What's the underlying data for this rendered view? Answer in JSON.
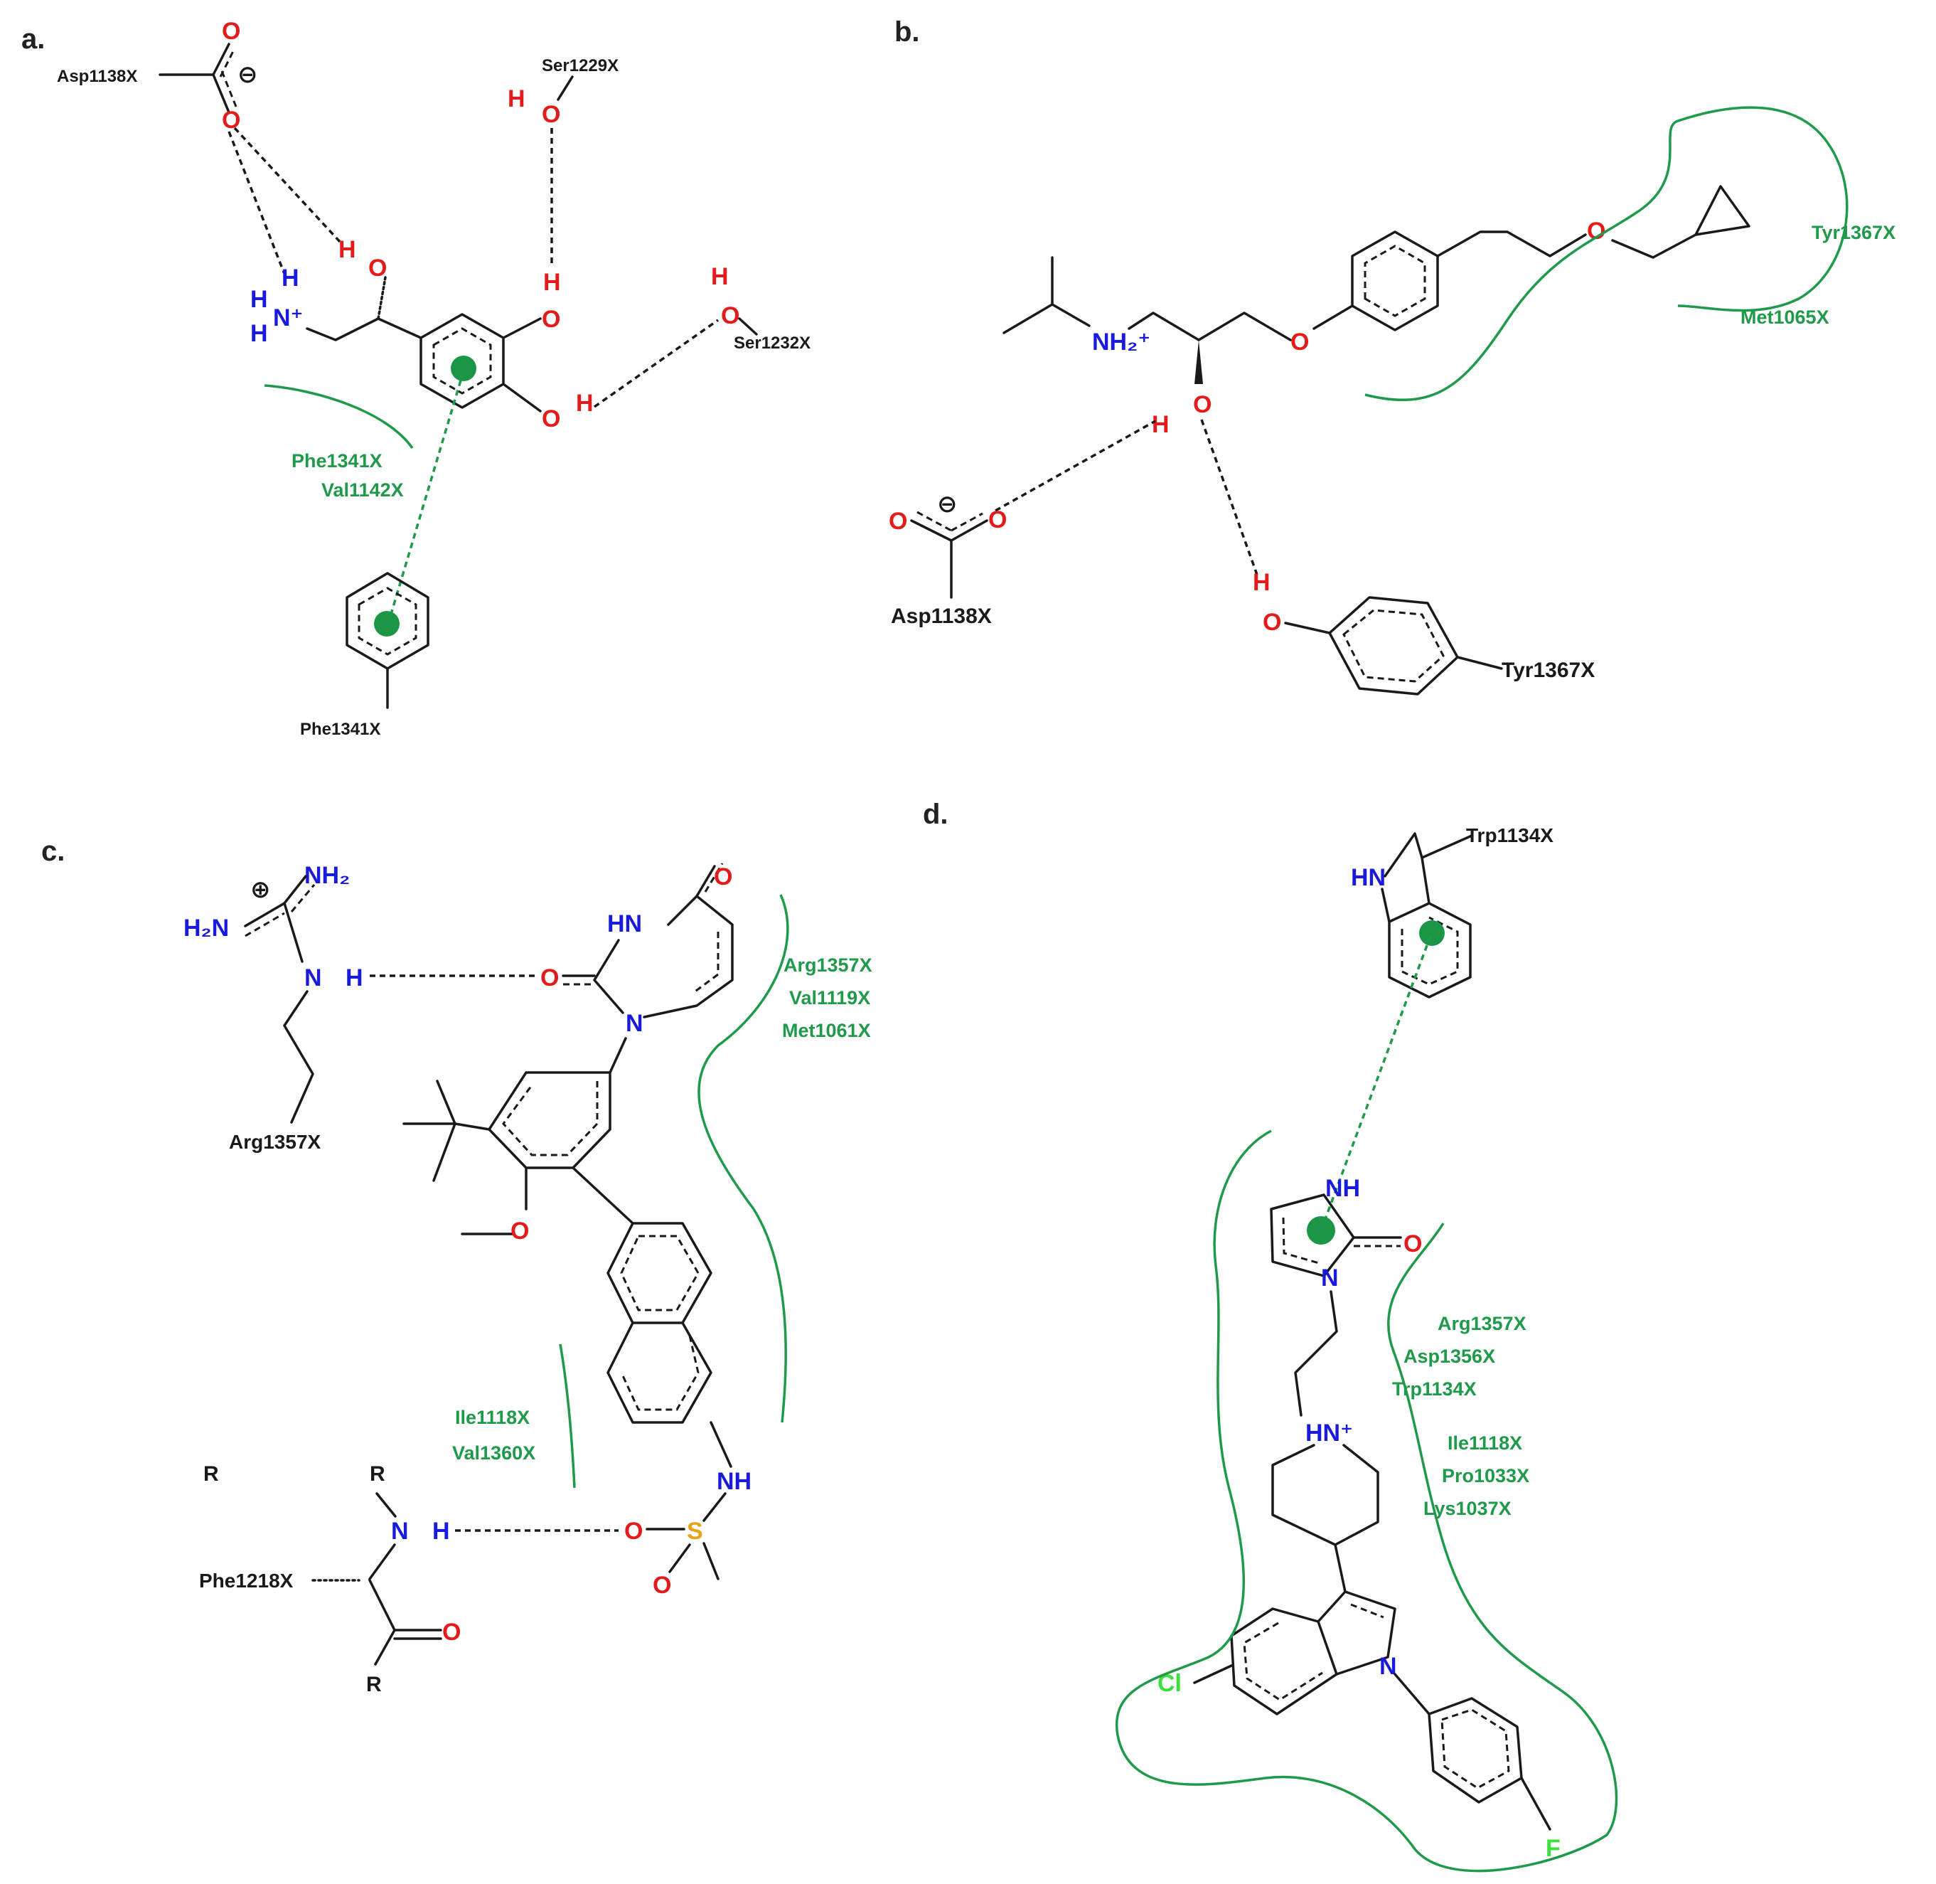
{
  "colors": {
    "oxygen": "#e21b1b",
    "nitrogen": "#1a1adb",
    "sulfur": "#e8a317",
    "halogen": "#3ce03c",
    "hydrophobic": "#1f9a4a",
    "bond": "#1a1a1a"
  },
  "panels": {
    "a": {
      "letter": "a.",
      "residues": {
        "asp": "Asp1138X",
        "ser1229": "Ser1229X",
        "ser1232": "Ser1232X",
        "phe": "Phe1341X"
      },
      "pocket_labels": [
        "Phe1341X",
        "Val1142X"
      ],
      "charge": "⊖",
      "atoms": {
        "o": "O",
        "h": "H",
        "n": "N",
        "nplus": "N⁺"
      }
    },
    "b": {
      "letter": "b.",
      "residues": {
        "asp": "Asp1138X",
        "tyr": "Tyr1367X"
      },
      "pocket_labels": [
        "Tyr1367X",
        "Met1065X"
      ],
      "charge": "⊖",
      "atoms": {
        "o": "O",
        "h": "H",
        "nh2": "NH₂⁺"
      }
    },
    "c": {
      "letter": "c.",
      "residues": {
        "arg": "Arg1357X",
        "phe": "Phe1218X",
        "r": "R"
      },
      "pocket_labels_right": [
        "Arg1357X",
        "Val1119X",
        "Met1061X"
      ],
      "pocket_labels_left": [
        "Ile1118X",
        "Val1360X"
      ],
      "charge": "⊕",
      "atoms": {
        "o": "O",
        "h": "H",
        "n": "N",
        "hn": "HN",
        "nh": "NH",
        "nh2": "NH₂",
        "h2n": "H₂N",
        "s": "S"
      }
    },
    "d": {
      "letter": "d.",
      "residues": {
        "trp": "Trp1134X"
      },
      "pocket_labels": [
        "Arg1357X",
        "Asp1356X",
        "Trp1134X",
        "Ile1118X",
        "Pro1033X",
        "Lys1037X"
      ],
      "atoms": {
        "hn": "HN",
        "nh": "NH",
        "o": "O",
        "n": "N",
        "hnplus": "HN⁺",
        "cl": "Cl",
        "f": "F"
      }
    }
  }
}
